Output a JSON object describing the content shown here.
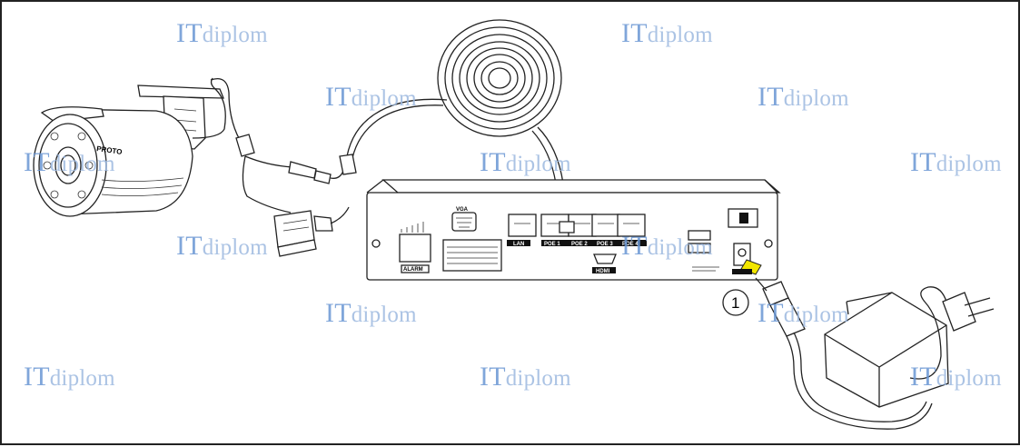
{
  "diagram": {
    "camera_brand": "PROTO",
    "nvr_ports": {
      "vga": "VGA",
      "lan": "LAN",
      "poe": [
        "POE 1",
        "POE 2",
        "POE 3",
        "POE 4"
      ],
      "hdmi": "HDMI",
      "alarm": "ALARM"
    },
    "step_number": "1"
  },
  "watermarks": [
    {
      "it": "IT",
      "rest": "diplom"
    },
    {
      "it": "IT",
      "rest": "diplom"
    },
    {
      "it": "IT",
      "rest": "diplom"
    },
    {
      "it": "IT",
      "rest": "diplom"
    },
    {
      "it": "IT",
      "rest": "diplom"
    },
    {
      "it": "IT",
      "rest": "diplom"
    },
    {
      "it": "IT",
      "rest": "diplom"
    },
    {
      "it": "IT",
      "rest": "diplom"
    },
    {
      "it": "IT",
      "rest": "diplom"
    },
    {
      "it": "IT",
      "rest": "diplom"
    },
    {
      "it": "IT",
      "rest": "diplom"
    },
    {
      "it": "IT",
      "rest": "diplom"
    },
    {
      "it": "IT",
      "rest": "diplom"
    },
    {
      "it": "IT",
      "rest": "diplom"
    }
  ],
  "colors": {
    "line": "#222222",
    "watermark": "#6a97d4",
    "highlight": "#f2e600"
  }
}
